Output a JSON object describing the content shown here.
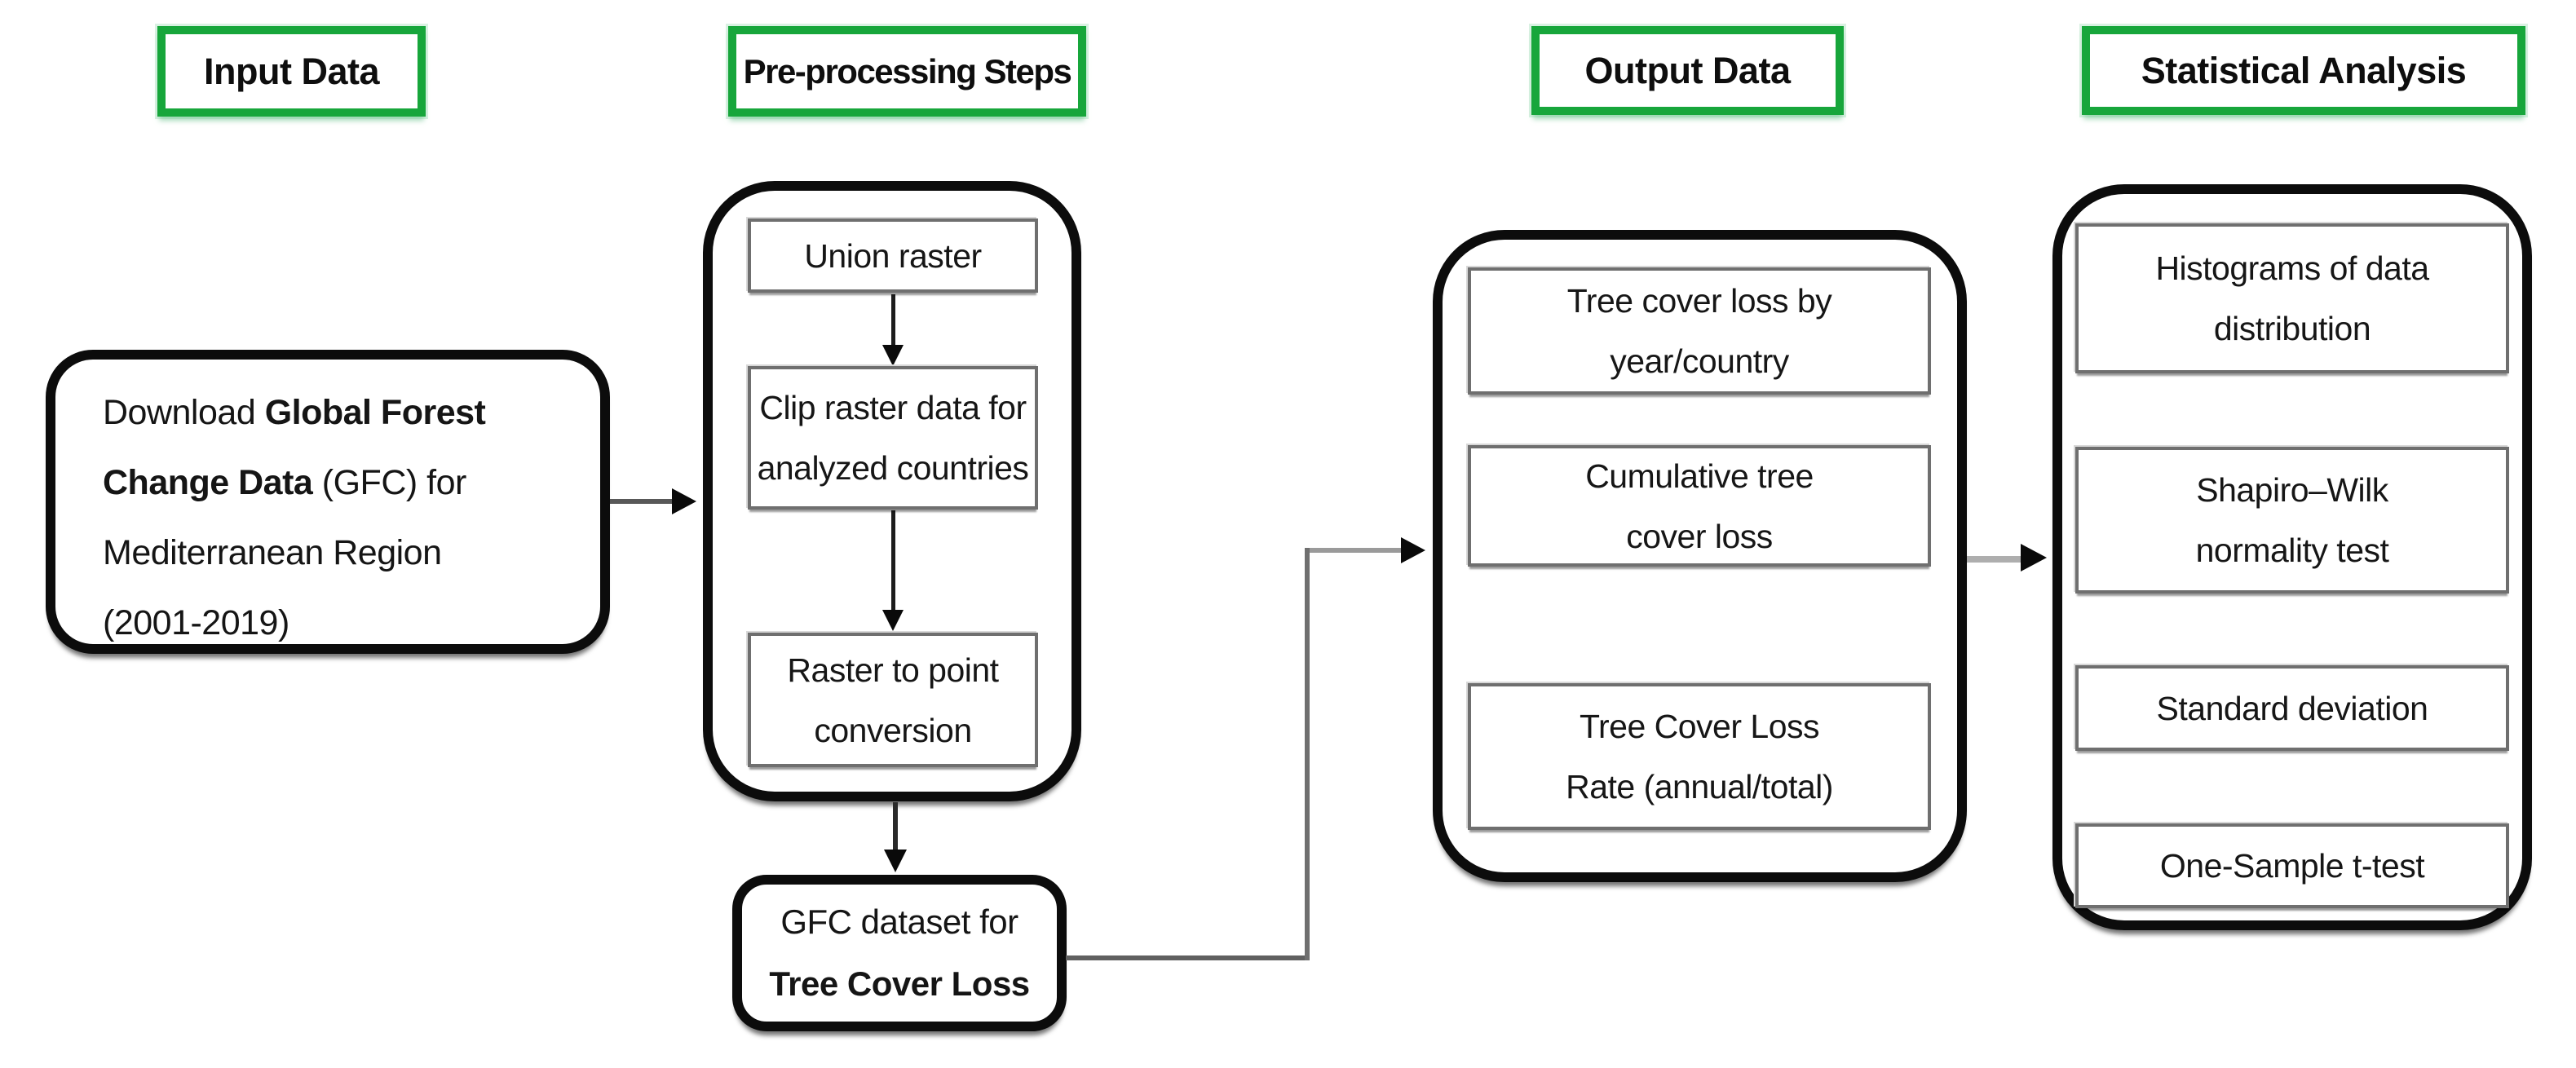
{
  "colors": {
    "green": "#17a63b",
    "box_border": "#0c0c0c",
    "inner_border": "#6f6f6f",
    "connector": "#6f6f6f",
    "text": "#151515"
  },
  "headers": [
    {
      "label": "Input Data"
    },
    {
      "label": "Pre-processing Steps"
    },
    {
      "label": "Output Data"
    },
    {
      "label": "Statistical Analysis"
    }
  ],
  "input_box": {
    "lines": [
      [
        {
          "text": "Download ",
          "bold": false
        },
        {
          "text": "Global Forest",
          "bold": true
        }
      ],
      [
        {
          "text": "Change Data",
          "bold": true
        },
        {
          "text": " (GFC) for",
          "bold": false
        }
      ],
      [
        {
          "text": "Mediterranean Region",
          "bold": false
        }
      ],
      [
        {
          "text": "(2001-2019)",
          "bold": false
        }
      ]
    ]
  },
  "preprocessing": {
    "steps": [
      [
        "Union raster"
      ],
      [
        "Clip raster data for",
        "analyzed countries"
      ],
      [
        "Raster to point",
        "conversion"
      ]
    ]
  },
  "gfc_box": {
    "lines": [
      [
        {
          "text": "GFC dataset for",
          "bold": false
        }
      ],
      [
        {
          "text": "Tree Cover Loss",
          "bold": true
        }
      ]
    ]
  },
  "output": {
    "items": [
      [
        "Tree cover loss by",
        "year/country"
      ],
      [
        "Cumulative tree",
        "cover loss"
      ],
      [
        "Tree Cover Loss",
        "Rate (annual/total)"
      ]
    ]
  },
  "statistical": {
    "items": [
      [
        "Histograms of data",
        "distribution"
      ],
      [
        "Shapiro–Wilk",
        "normality test"
      ],
      [
        "Standard deviation"
      ],
      [
        "One-Sample t-test"
      ]
    ]
  }
}
